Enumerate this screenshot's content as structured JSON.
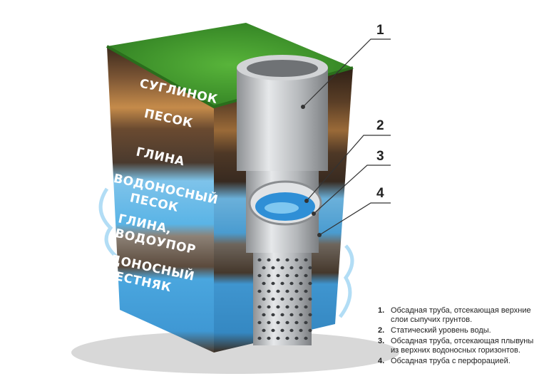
{
  "layers": [
    {
      "label": "СУГЛИНОК"
    },
    {
      "label": "ПЕСОК"
    },
    {
      "label": "ГЛИНА"
    },
    {
      "label_lines": [
        "ВОДОНОСНЫЙ",
        "ПЕСОК"
      ]
    },
    {
      "label_lines": [
        "ГЛИНА,",
        "ВОДОУПОР"
      ]
    },
    {
      "label_lines": [
        "ВОДОНОСНЫЙ",
        "ИЗВЕСТНЯК"
      ]
    }
  ],
  "callouts": [
    {
      "number": "1"
    },
    {
      "number": "2"
    },
    {
      "number": "3"
    },
    {
      "number": "4"
    }
  ],
  "legend": [
    {
      "number": "1.",
      "text": "Обсадная труба, отсекающая верхние слои сыпучих грунтов."
    },
    {
      "number": "2.",
      "text": "Статический уровень воды."
    },
    {
      "number": "3.",
      "text": "Обсадная труба, отсекающая плывуны из верхних водоносных горизонтов."
    },
    {
      "number": "4.",
      "text": "Обсадная труба с перфорацией."
    }
  ],
  "colors": {
    "grass": "#3f9a2c",
    "loam": "#6b4a2e",
    "sand": "#c58b4a",
    "clay": "#4a3a2e",
    "water": "#5ab4e6",
    "pipe": "#b9bcbf"
  }
}
